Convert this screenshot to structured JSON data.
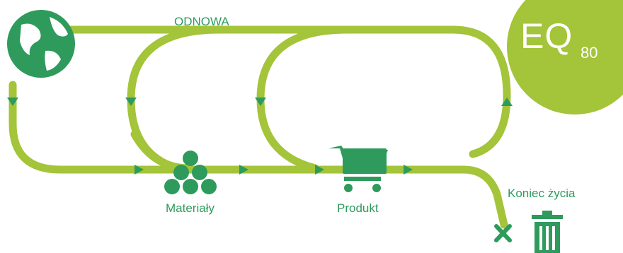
{
  "labels": {
    "top": "ODNOWA",
    "materials": "Materiały",
    "product": "Produkt",
    "end_of_life": "Koniec życia"
  },
  "badge": {
    "main": "EQ",
    "sub": "80"
  },
  "colors": {
    "path": "#a4c43a",
    "accent": "#2e9b5c",
    "badge": "#a4c43a"
  },
  "icons": {
    "globe": "globe-icon",
    "materials": "materials-stack-icon",
    "cart": "shopping-cart-icon",
    "cross": "close-icon",
    "trash": "trash-icon"
  }
}
